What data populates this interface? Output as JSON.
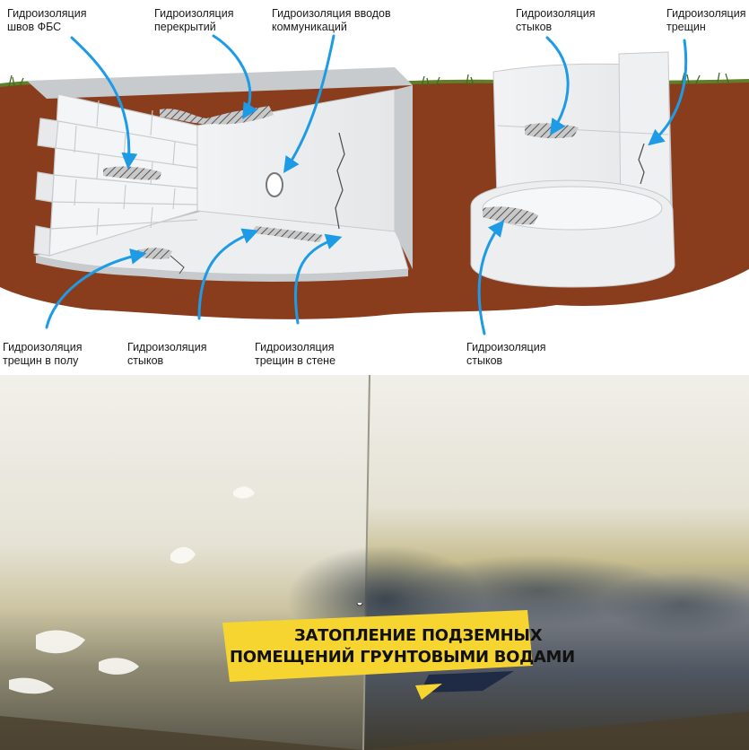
{
  "labels": {
    "fbs_seams": [
      "Гидроизоляция",
      "швов ФБС"
    ],
    "ceilings": [
      "Гидроизоляция",
      "перекрытий"
    ],
    "utility_inputs": [
      "Гидроизоляция вводов",
      "коммуникаций"
    ],
    "joints_top": [
      "Гидроизоляция",
      "стыков"
    ],
    "cracks_top": [
      "Гидроизоляция",
      "трещин"
    ],
    "floor_cracks": [
      "Гидроизоляция",
      "трещин в полу"
    ],
    "joints_bottom_left": [
      "Гидроизоляция",
      "стыков"
    ],
    "wall_cracks": [
      "Гидроизоляция",
      "трещин в стене"
    ],
    "joints_bottom_right": [
      "Гидроизоляция",
      "стыков"
    ]
  },
  "banner": {
    "line1": "ЗАТОПЛЕНИЕ ПОДЗЕМНЫХ",
    "line2": "ПОМЕЩЕНИЙ ГРУНТОВЫМИ ВОДАМИ"
  },
  "colors": {
    "soil": "#8a3d1c",
    "arrow": "#1e9be6",
    "banner_yellow": "#f6d531",
    "banner_dark": "#1f2a44"
  }
}
